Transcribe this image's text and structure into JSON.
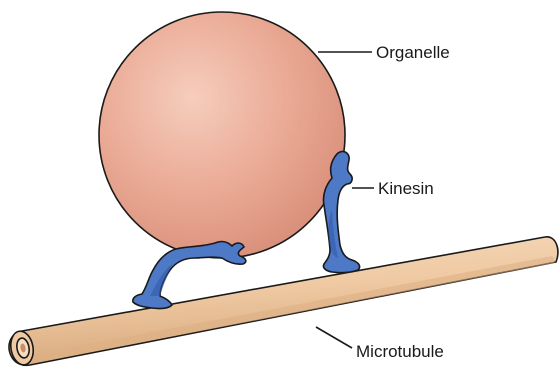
{
  "labels": {
    "organelle": "Organelle",
    "kinesin": "Kinesin",
    "microtubule": "Microtubule"
  },
  "colors": {
    "organelle_fill": "#e8a893",
    "organelle_highlight": "#f3c4b3",
    "kinesin_fill": "#4d79c7",
    "kinesin_dark": "#2f5aa8",
    "microtubule_fill": "#efc9a2",
    "microtubule_shade": "#d9ab80",
    "outline": "#1a1a1a"
  }
}
